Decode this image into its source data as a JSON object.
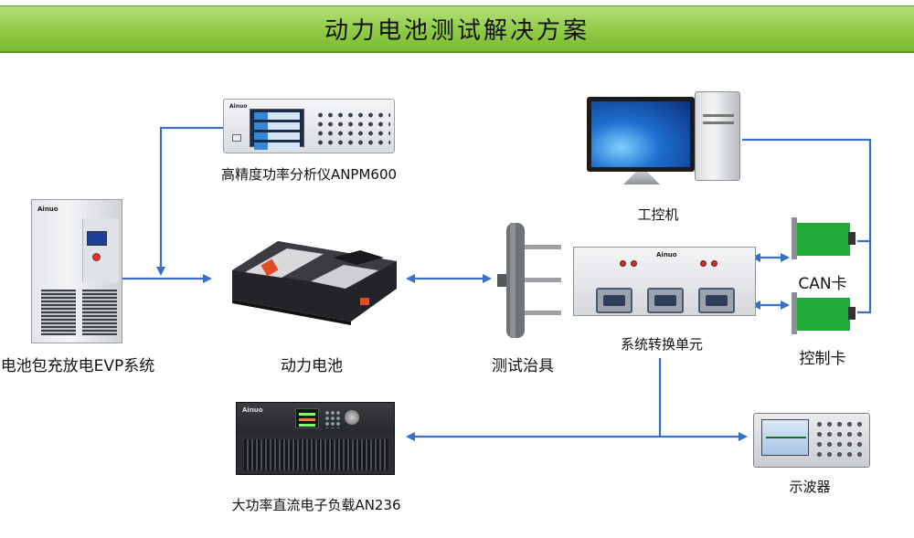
{
  "title": "动力电池测试解决方案",
  "labels": {
    "analyzer": "高精度功率分析仪ANPM600",
    "computer": "工控机",
    "evp": "电池包充放电EVP系统",
    "battery": "动力电池",
    "fixture": "测试治具",
    "switch_unit": "系统转换单元",
    "can_card": "CAN卡",
    "control_card": "控制卡",
    "load": "大功率直流电子负载AN236",
    "oscilloscope": "示波器"
  },
  "device_text": {
    "brand": "Ainuo"
  },
  "colors": {
    "title_bar": "#8fca45",
    "connector": "#3a6fc8",
    "card_green": "#1faa3a"
  },
  "icons": {
    "analyzer": "power-analyzer-icon",
    "cabinet": "evp-cabinet-icon",
    "battery": "battery-pack-icon",
    "fixture": "test-fixture-icon",
    "computer": "industrial-pc-icon",
    "switch_unit": "switch-unit-icon",
    "card": "pcb-card-icon",
    "load": "electronic-load-icon",
    "scope": "oscilloscope-icon"
  }
}
